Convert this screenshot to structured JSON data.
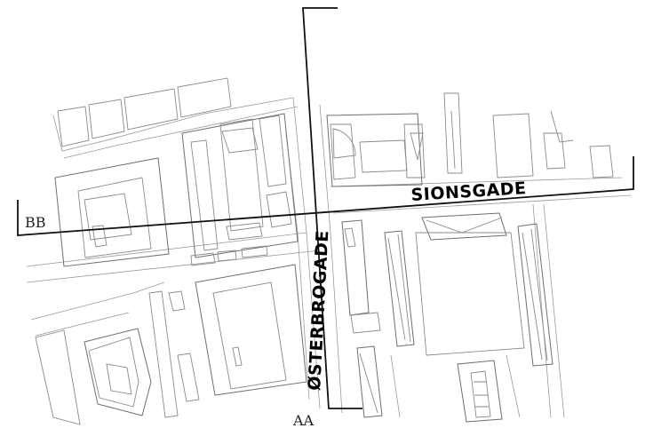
{
  "streets": {
    "north_south": "ØSTERBROGADE",
    "east_west": "SIONSGADE"
  },
  "sections": {
    "label_a": "AA",
    "label_b": "BB"
  }
}
